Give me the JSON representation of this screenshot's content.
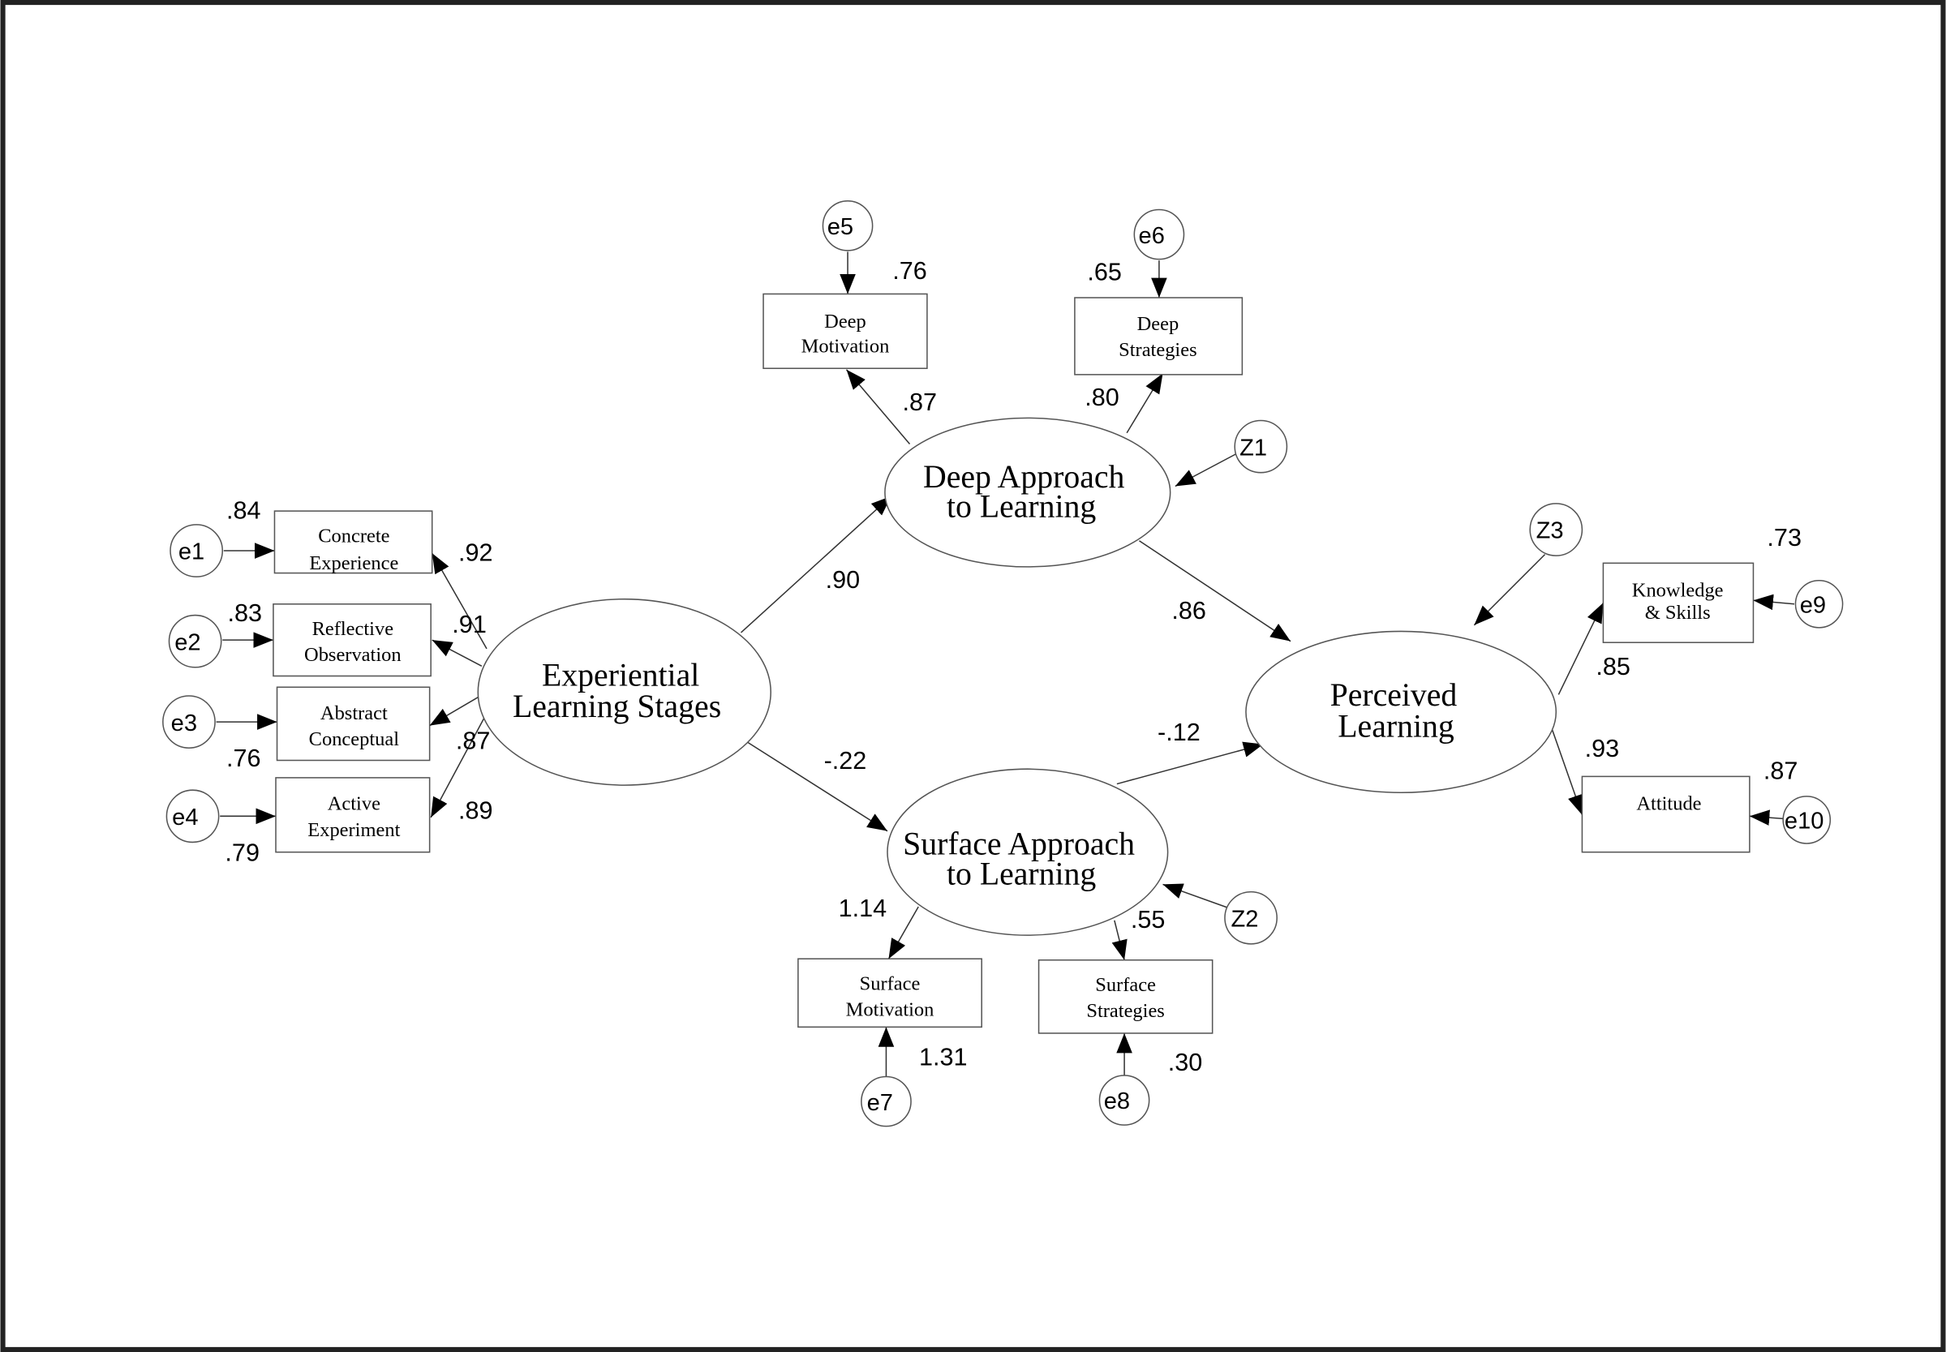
{
  "latent": {
    "experiential": [
      "Experiential",
      "Learning Stages"
    ],
    "deep": [
      "Deep Approach",
      "to Learning"
    ],
    "surface": [
      "Surface Approach",
      "to Learning"
    ],
    "perceived": [
      "Perceived",
      "Learning"
    ]
  },
  "observed": {
    "concrete": [
      "Concrete",
      "Experience"
    ],
    "reflective": [
      "Reflective",
      "Observation"
    ],
    "abstract": [
      "Abstract",
      "Conceptual"
    ],
    "active": [
      "Active",
      "Experiment"
    ],
    "deep_motivation": [
      "Deep",
      "Motivation"
    ],
    "deep_strategies": [
      "Deep",
      "Strategies"
    ],
    "surface_motivation": [
      "Surface",
      "Motivation"
    ],
    "surface_strategies": [
      "Surface",
      "Strategies"
    ],
    "knowledge": [
      "Knowledge",
      "& Skills"
    ],
    "attitude": [
      "Attitude"
    ]
  },
  "errors": [
    "e1",
    "e2",
    "e3",
    "e4",
    "e5",
    "e6",
    "e7",
    "e8",
    "e9",
    "e10",
    "Z1",
    "Z2",
    "Z3"
  ],
  "coefficients": {
    "r2_concrete": ".84",
    "load_concrete": ".92",
    "r2_reflective": ".83",
    "load_reflective": ".91",
    "r2_abstract": ".76",
    "load_abstract": ".87",
    "r2_active": ".79",
    "load_active": ".89",
    "els_deep": ".90",
    "els_surface": "-.22",
    "r2_deep_motivation": ".76",
    "r2_deep_strategies": ".65",
    "load_deep_motivation": ".87",
    "load_deep_strategies": ".80",
    "deep_perceived": ".86",
    "surface_perceived": "-.12",
    "r2_knowledge": ".73",
    "load_knowledge": ".85",
    "load_attitude": ".93",
    "r2_attitude": ".87",
    "load_surface_motivation": "1.14",
    "load_surface_strategies": ".55",
    "r2_surface_motivation": "1.31",
    "r2_surface_strategies": ".30"
  }
}
